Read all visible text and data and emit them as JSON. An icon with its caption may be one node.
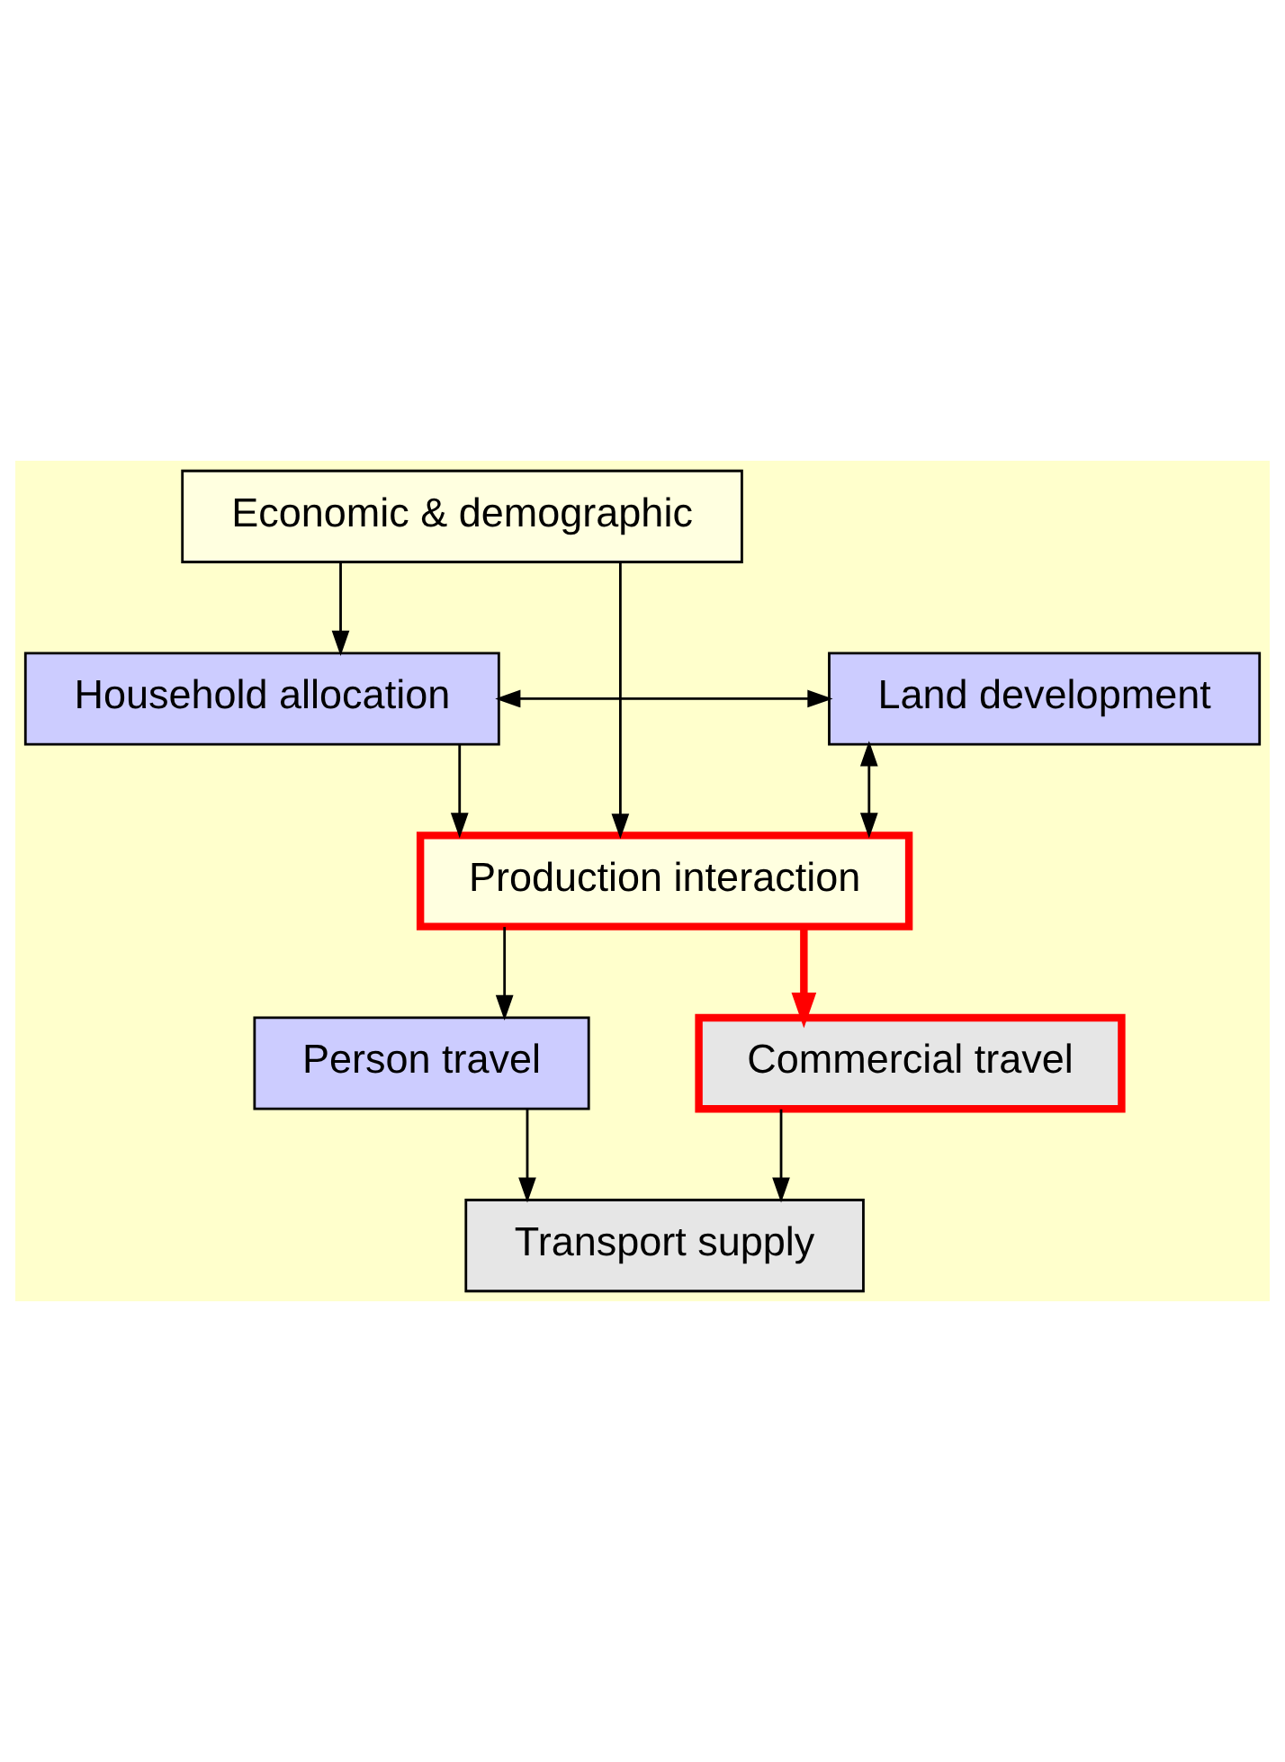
{
  "diagram": {
    "nodes": [
      {
        "text": [
          "Economic & demographic"
        ]
      },
      {
        "text": [
          "Household allocation"
        ]
      },
      {
        "text": [
          "Land development"
        ]
      },
      {
        "text": [
          "Production interaction"
        ]
      },
      {
        "text": [
          "Person travel"
        ]
      },
      {
        "text": [
          "Commercial travel"
        ]
      },
      {
        "text": [
          "Transport supply"
        ]
      }
    ],
    "edges": [
      {
        "from": 0,
        "to": 1,
        "arrow": "to"
      },
      {
        "from": 0,
        "to": 3,
        "arrow": "to"
      },
      {
        "from": 1,
        "to": 2,
        "arrow": "both"
      },
      {
        "from": 2,
        "to": 3,
        "arrow": "both"
      },
      {
        "from": 1,
        "to": 3,
        "arrow": "to"
      },
      {
        "from": 3,
        "to": 4,
        "arrow": "to"
      },
      {
        "from": 3,
        "to": 5,
        "arrow": "to",
        "style": "thick",
        "color": "#ff0000"
      },
      {
        "from": 4,
        "to": 6,
        "arrow": "to"
      },
      {
        "from": 5,
        "to": 6,
        "arrow": "to"
      }
    ]
  }
}
